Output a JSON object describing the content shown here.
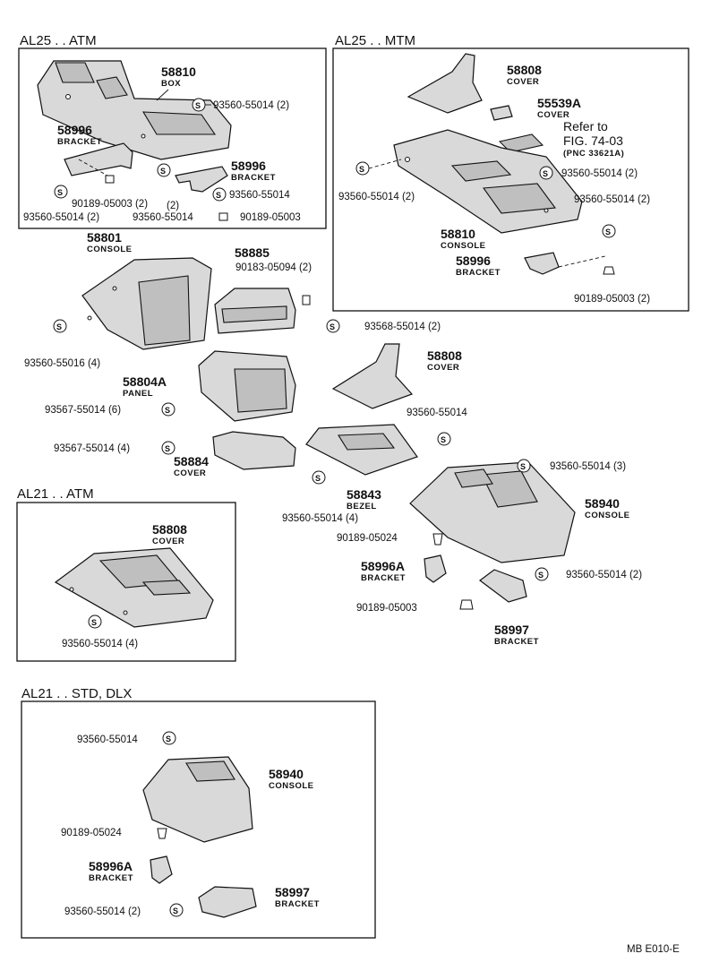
{
  "sections": {
    "al25_atm": "AL25 . . ATM",
    "al25_mtm": "AL25 . . MTM",
    "al21_atm": "AL21 . . ATM",
    "al21_std": "AL21 . . STD, DLX"
  },
  "screw_symbol": "S",
  "a": {
    "box_pn": "58810",
    "box_name": "BOX",
    "s1": "93560-55014 (2)",
    "br1_pn": "58996",
    "br1_name": "BRACKET",
    "br2_pn": "58996",
    "br2_name": "BRACKET",
    "s2": "93560-55014",
    "c1": "90189-05003 (2)",
    "s3": "93560-55014 (2)",
    "s4": "93560-55014",
    "c2": "90189-05003",
    "two": "(2)"
  },
  "b": {
    "cov_pn": "58808",
    "cov_name": "COVER",
    "cov2_pn": "55539A",
    "cov2_name": "COVER",
    "ref1": "Refer to",
    "ref2": "FIG. 74-03",
    "ref3": "(PNC 33621A)",
    "s1": "93560-55014 (2)",
    "s2": "93560-55014 (2)",
    "s3": "93560-55014 (2)",
    "con_pn": "58810",
    "con_name": "CONSOLE",
    "br_pn": "58996",
    "br_name": "BRACKET",
    "c1": "90189-05003 (2)"
  },
  "m": {
    "con_pn": "58801",
    "con_name": "CONSOLE",
    "s1": "93560-55016 (4)",
    "p885": "58885",
    "c885": "90183-05094 (2)",
    "s885": "93568-55014 (2)",
    "pan_pn": "58804A",
    "pan_name": "PANEL",
    "spn": "93567-55014 (6)",
    "cov_pn": "58808",
    "cov_name": "COVER",
    "s_top": "93560-55014",
    "cv4_s": "93567-55014 (4)",
    "cv4_pn": "58884",
    "cv4_name": "COVER",
    "bz_pn": "58843",
    "bz_name": "BEZEL",
    "bz_s": "93560-55014 (4)",
    "cs_s": "93560-55014 (3)",
    "cs_pn": "58940",
    "cs_name": "CONSOLE",
    "c1": "90189-05024",
    "ba_pn": "58996A",
    "ba_name": "BRACKET",
    "s2": "93560-55014 (2)",
    "c2": "90189-05003",
    "b97_pn": "58997",
    "b97_name": "BRACKET"
  },
  "c": {
    "cov_pn": "58808",
    "cov_name": "COVER",
    "s1": "93560-55014 (4)"
  },
  "d": {
    "s1": "93560-55014",
    "con_pn": "58940",
    "con_name": "CONSOLE",
    "c1": "90189-05024",
    "ba_pn": "58996A",
    "ba_name": "BRACKET",
    "s2": "93560-55014 (2)",
    "b97_pn": "58997",
    "b97_name": "BRACKET"
  },
  "footer": "MB  E010-E"
}
